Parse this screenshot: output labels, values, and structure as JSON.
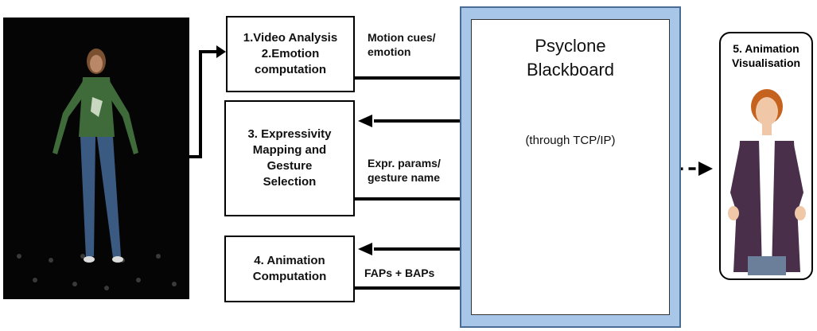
{
  "boxes": {
    "b1": "1.Video Analysis\n2.Emotion\ncomputation",
    "b3": "3. Expressivity\nMapping and\nGesture\nSelection",
    "b4": "4. Animation\nComputation"
  },
  "labels": {
    "motion": "Motion cues/\nemotion",
    "expr": "Expr. params/\ngesture name",
    "faps": "FAPs + BAPs"
  },
  "blackboard": {
    "title": "Psyclone\nBlackboard",
    "subtitle": "(through TCP/IP)"
  },
  "animation_box": {
    "title": "5. Animation\nVisualisation"
  },
  "colors": {
    "blackboard_fill": "#a8c6e8",
    "photo_background": "#050505",
    "line": "#000000"
  }
}
